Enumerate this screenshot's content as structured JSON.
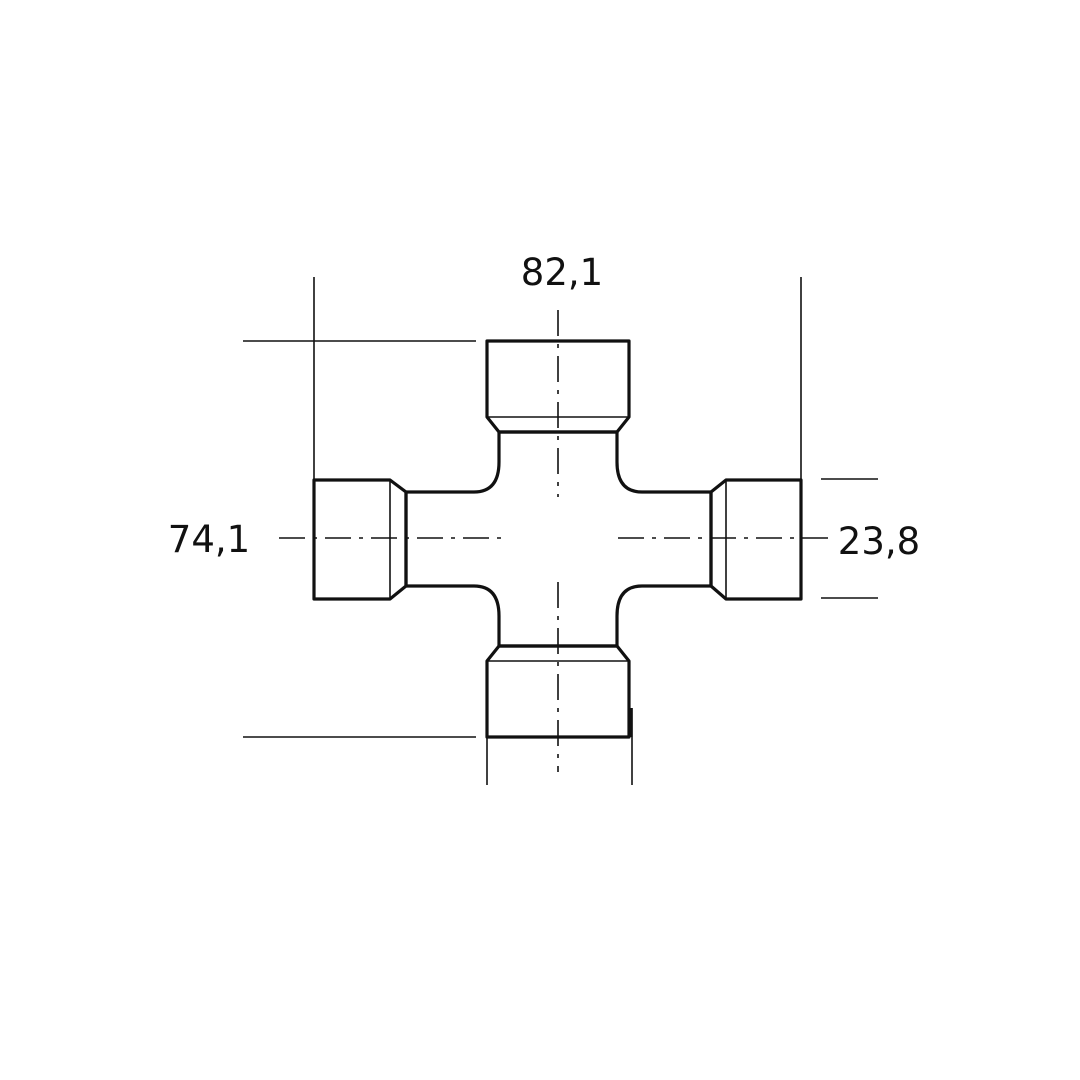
{
  "diagram": {
    "dimensions": {
      "overall_width": "82,1",
      "overall_height": "74,1",
      "cap_diameter": "23,8"
    },
    "colors": {
      "line": "#111111",
      "background": "#ffffff"
    }
  }
}
